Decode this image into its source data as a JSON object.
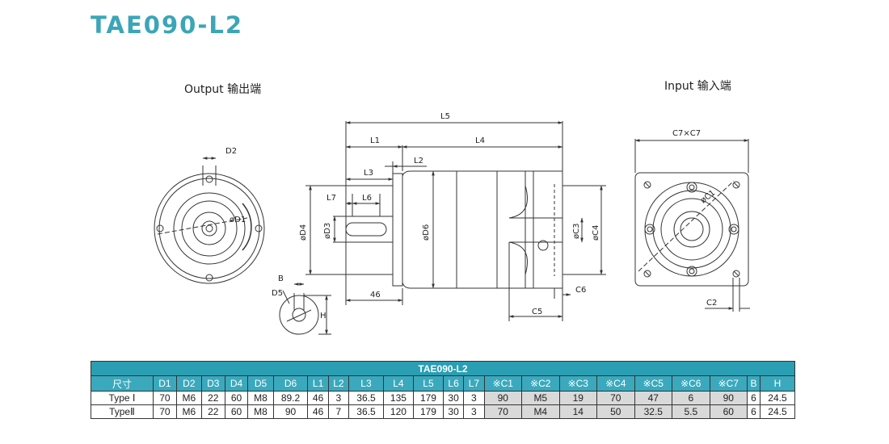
{
  "title": "TAE090-L2",
  "views": {
    "output_label": "Output  输出端",
    "input_label": "Input  输入端"
  },
  "dimension_labels": {
    "L5": "L5",
    "L1": "L1",
    "L4": "L4",
    "L2": "L2",
    "L3": "L3",
    "L7": "L7",
    "L6": "L6",
    "D2": "D2",
    "D1": "øD1",
    "D4": "øD4",
    "D3": "øD3",
    "D6": "øD6",
    "C3": "øC3",
    "C4": "øC4",
    "C6": "C6",
    "C5": "C5",
    "C7xC7": "C7×C7",
    "C1": "øC1",
    "C2": "C2",
    "B": "B",
    "D5": "D5",
    "H": "H",
    "dim46": "46"
  },
  "table": {
    "caption": "TAE090-L2",
    "headers": [
      "尺寸",
      "D1",
      "D2",
      "D3",
      "D4",
      "D5",
      "D6",
      "L1",
      "L2",
      "L3",
      "L4",
      "L5",
      "L6",
      "L7",
      "※C1",
      "※C2",
      "※C3",
      "※C4",
      "※C5",
      "※C6",
      "※C7",
      "B",
      "H"
    ],
    "rows": [
      {
        "label": "Type Ⅰ",
        "values": [
          "70",
          "M6",
          "22",
          "60",
          "M8",
          "89.2",
          "46",
          "3",
          "36.5",
          "135",
          "179",
          "30",
          "3",
          "90",
          "M5",
          "19",
          "70",
          "47",
          "6",
          "90",
          "6",
          "24.5"
        ]
      },
      {
        "label": "TypeⅡ",
        "values": [
          "70",
          "M6",
          "22",
          "60",
          "M8",
          "90",
          "46",
          "7",
          "36.5",
          "120",
          "179",
          "30",
          "3",
          "70",
          "M4",
          "14",
          "50",
          "32.5",
          "5.5",
          "60",
          "6",
          "24.5"
        ]
      }
    ]
  }
}
